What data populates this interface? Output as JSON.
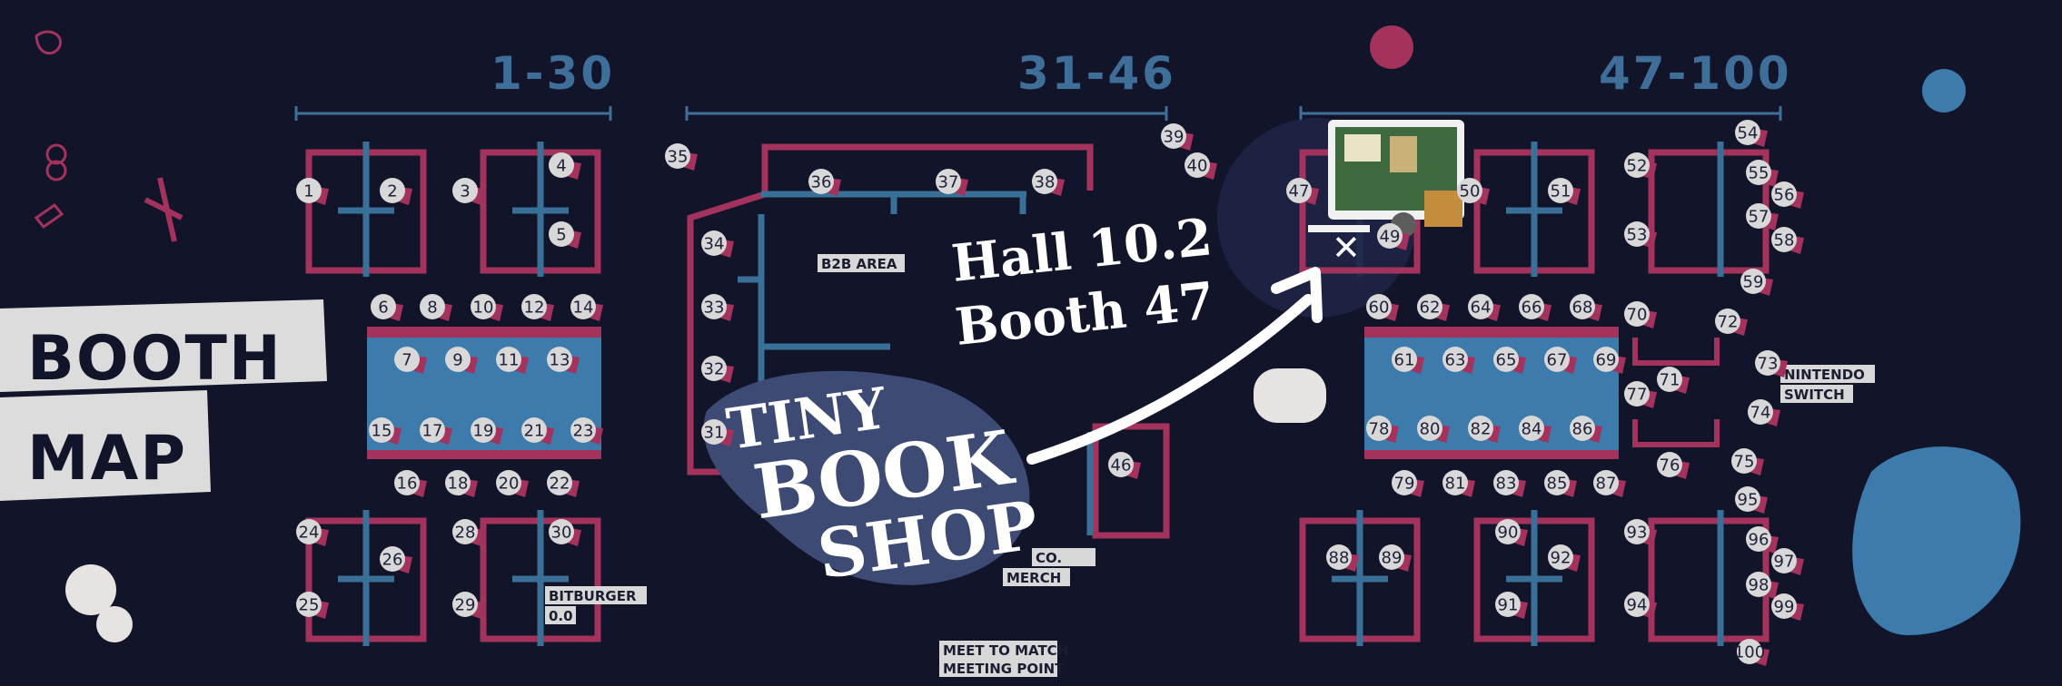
{
  "title": {
    "line1": "BOOTH",
    "line2": "MAP"
  },
  "sections": [
    {
      "label": "1-30"
    },
    {
      "label": "31-46"
    },
    {
      "label": "47-100"
    }
  ],
  "area_labels": {
    "b2b": "B2B AREA",
    "bitburger_line1": "BITBURGER",
    "bitburger_line2": "0.0",
    "nintendo_line1": "NINTENDO",
    "nintendo_line2": "SWITCH",
    "meet_line1": "MEET TO MATCH",
    "meet_line2": "MEETING POINT",
    "merch_line1": "CO.",
    "merch_line2": "MERCH"
  },
  "callout": {
    "hall": "Hall 10.2",
    "booth": "Booth 47"
  },
  "logo": {
    "line1": "TINY",
    "line2": "BOOK",
    "line3": "SHOP"
  },
  "booths": {
    "b1": "1",
    "b2": "2",
    "b3": "3",
    "b4": "4",
    "b5": "5",
    "b6": "6",
    "b7": "7",
    "b8": "8",
    "b9": "9",
    "b10": "10",
    "b11": "11",
    "b12": "12",
    "b13": "13",
    "b14": "14",
    "b15": "15",
    "b16": "16",
    "b17": "17",
    "b18": "18",
    "b19": "19",
    "b20": "20",
    "b21": "21",
    "b22": "22",
    "b23": "23",
    "b24": "24",
    "b25": "25",
    "b26": "26",
    "b28": "28",
    "b29": "29",
    "b30": "30",
    "b31": "31",
    "b32": "32",
    "b33": "33",
    "b34": "34",
    "b35": "35",
    "b36": "36",
    "b37": "37",
    "b38": "38",
    "b39": "39",
    "b40": "40",
    "b46": "46",
    "b47": "47",
    "b49": "49",
    "b50": "50",
    "b51": "51",
    "b52": "52",
    "b53": "53",
    "b54": "54",
    "b55": "55",
    "b56": "56",
    "b57": "57",
    "b58": "58",
    "b59": "59",
    "b60": "60",
    "b61": "61",
    "b62": "62",
    "b63": "63",
    "b64": "64",
    "b65": "65",
    "b66": "66",
    "b67": "67",
    "b68": "68",
    "b69": "69",
    "b70": "70",
    "b71": "71",
    "b72": "72",
    "b73": "73",
    "b74": "74",
    "b75": "75",
    "b76": "76",
    "b77": "77",
    "b78": "78",
    "b79": "79",
    "b80": "80",
    "b81": "81",
    "b82": "82",
    "b83": "83",
    "b84": "84",
    "b85": "85",
    "b86": "86",
    "b87": "87",
    "b88": "88",
    "b89": "89",
    "b90": "90",
    "b91": "91",
    "b92": "92",
    "b93": "93",
    "b94": "94",
    "b95": "95",
    "b96": "96",
    "b97": "97",
    "b98": "98",
    "b99": "99",
    "b100": "100"
  },
  "colors": {
    "background": "#12142a",
    "frame": "#a3335c",
    "wall": "#3a6f98",
    "table": "#3c7bab",
    "badge": "#d8d8d8",
    "section_label": "#3f6f99"
  }
}
